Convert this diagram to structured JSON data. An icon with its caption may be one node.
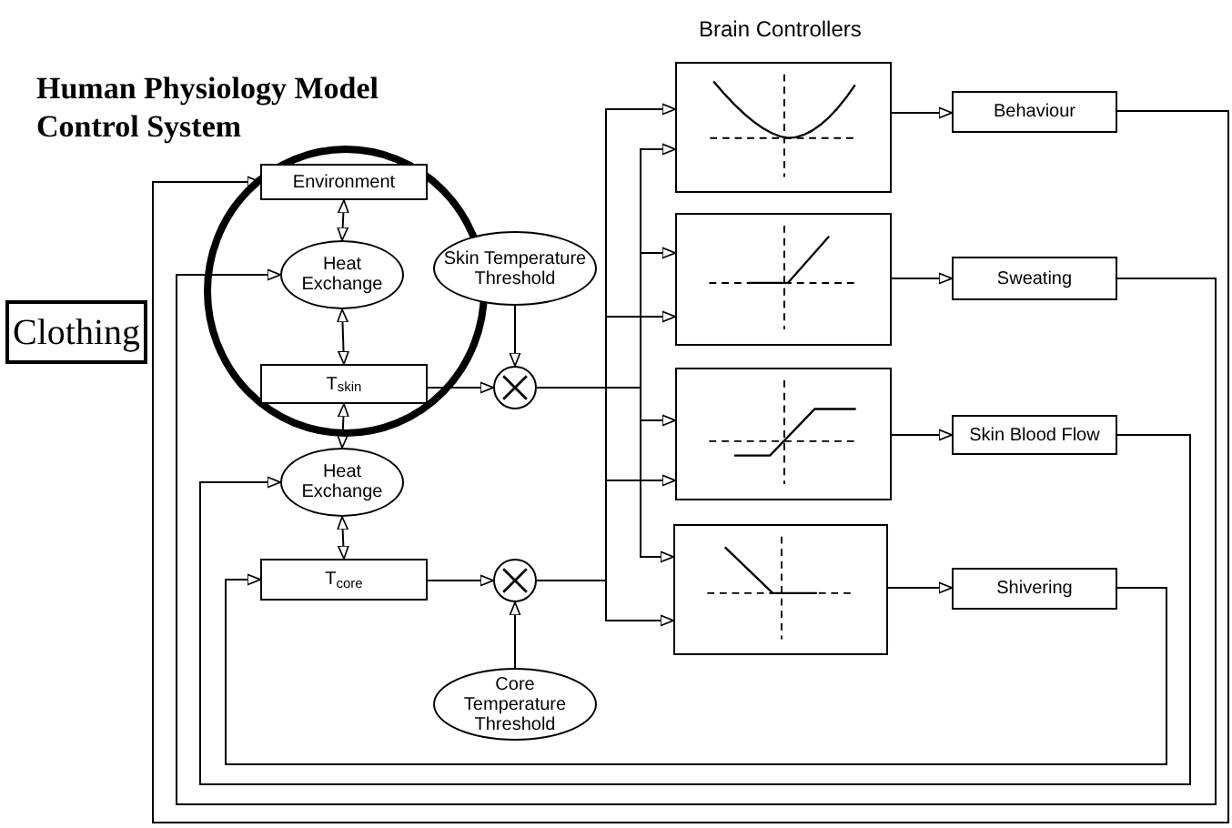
{
  "diagram": {
    "title": "Human Physiology Model Control System",
    "nodes": [
      {
        "text": [
          "Clothing"
        ]
      },
      {
        "text": [
          "Environment"
        ]
      },
      {
        "text": [
          "Heat Exchange"
        ]
      },
      {
        "text": [
          "Skin Temperature Threshold"
        ]
      },
      {
        "text": [
          "T$_{skin}$"
        ]
      },
      {
        "text": [],
        "shape": "circle"
      },
      {
        "text": [
          "Heat Exchange"
        ]
      },
      {
        "text": [
          "T$_{core}$"
        ]
      },
      {
        "text": [],
        "shape": "circle"
      },
      {
        "text": [
          "Core Temperature Threshold"
        ]
      },
      {
        "text": [],
        "shape": "box"
      },
      {
        "text": [],
        "shape": "box"
      },
      {
        "text": [],
        "shape": "box"
      },
      {
        "text": [],
        "shape": "box"
      },
      {
        "text": [
          "Behaviour"
        ]
      },
      {
        "text": [
          "Sweating"
        ]
      },
      {
        "text": [
          "Skin Blood Flow"
        ]
      },
      {
        "text": [
          "Shivering"
        ]
      }
    ],
    "edges": [
      {
        "from": 1,
        "to": 2,
        "arrow": "both"
      },
      {
        "from": 2,
        "to": 4,
        "arrow": "both"
      },
      {
        "from": 4,
        "to": 6,
        "arrow": "both"
      },
      {
        "from": 6,
        "to": 7,
        "arrow": "both"
      },
      {
        "from": 3,
        "to": 5,
        "arrow": "to"
      },
      {
        "from": 4,
        "to": 5,
        "arrow": "to"
      },
      {
        "from": 7,
        "to": 8,
        "arrow": "to"
      },
      {
        "from": 9,
        "to": 8,
        "arrow": "to"
      },
      {
        "from": 5,
        "to": 10,
        "arrow": "to"
      },
      {
        "from": 5,
        "to": 11,
        "arrow": "to"
      },
      {
        "from": 5,
        "to": 12,
        "arrow": "to"
      },
      {
        "from": 5,
        "to": 13,
        "arrow": "to"
      },
      {
        "from": 8,
        "to": 10,
        "arrow": "to"
      },
      {
        "from": 8,
        "to": 11,
        "arrow": "to"
      },
      {
        "from": 8,
        "to": 12,
        "arrow": "to"
      },
      {
        "from": 8,
        "to": 13,
        "arrow": "to"
      },
      {
        "from": 10,
        "to": 14,
        "arrow": "to"
      },
      {
        "from": 11,
        "to": 15,
        "arrow": "to"
      },
      {
        "from": 12,
        "to": 16,
        "arrow": "to"
      },
      {
        "from": 13,
        "to": 17,
        "arrow": "to"
      },
      {
        "from": 14,
        "to": 1,
        "arrow": "to"
      },
      {
        "from": 15,
        "to": 2,
        "arrow": "to"
      },
      {
        "from": 16,
        "to": 6,
        "arrow": "to"
      },
      {
        "from": 17,
        "to": 7,
        "arrow": "to"
      }
    ],
    "labels": [
      "Brain Controllers"
    ]
  }
}
